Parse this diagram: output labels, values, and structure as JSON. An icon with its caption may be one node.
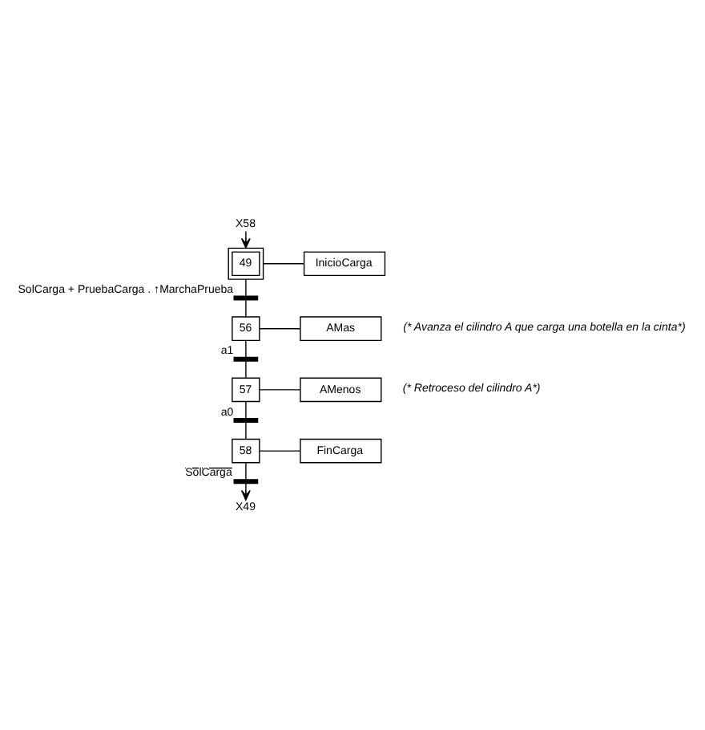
{
  "diagram": {
    "nodes": [
      {
        "text": [
          "X58"
        ]
      },
      {
        "text": [
          "49"
        ]
      },
      {
        "text": [
          "InicioCarga"
        ]
      },
      {
        "text": [],
        "shape": "bar",
        "beside": [
          "SolCarga + PruebaCarga . ↑MarchaPrueba"
        ]
      },
      {
        "text": [
          "56"
        ]
      },
      {
        "text": [
          "AMas"
        ],
        "beside": [
          "(* Avanza el cilindro A que carga una botella en la cinta*)"
        ]
      },
      {
        "text": [],
        "shape": "bar",
        "beside": [
          "a1"
        ]
      },
      {
        "text": [
          "57"
        ]
      },
      {
        "text": [
          "AMenos"
        ],
        "beside": [
          "(* Retroceso del cilindro A*)"
        ]
      },
      {
        "text": [],
        "shape": "bar",
        "beside": [
          "a0"
        ]
      },
      {
        "text": [
          "58"
        ]
      },
      {
        "text": [
          "FinCarga"
        ]
      },
      {
        "text": [],
        "shape": "bar",
        "beside": [
          "SolCarga"
        ]
      },
      {
        "text": [
          "X49"
        ]
      }
    ],
    "edges": [
      {
        "from": 0,
        "to": 1,
        "arrow": "to"
      },
      {
        "from": 1,
        "to": 2,
        "arrow": "none"
      },
      {
        "from": 1,
        "to": 3,
        "arrow": "none"
      },
      {
        "from": 3,
        "to": 4,
        "arrow": "none"
      },
      {
        "from": 4,
        "to": 5,
        "arrow": "none"
      },
      {
        "from": 4,
        "to": 6,
        "arrow": "none"
      },
      {
        "from": 6,
        "to": 7,
        "arrow": "none"
      },
      {
        "from": 7,
        "to": 8,
        "arrow": "none"
      },
      {
        "from": 7,
        "to": 9,
        "arrow": "none"
      },
      {
        "from": 9,
        "to": 10,
        "arrow": "none"
      },
      {
        "from": 10,
        "to": 11,
        "arrow": "none"
      },
      {
        "from": 10,
        "to": 12,
        "arrow": "none"
      },
      {
        "from": 12,
        "to": 13,
        "arrow": "to"
      }
    ]
  }
}
